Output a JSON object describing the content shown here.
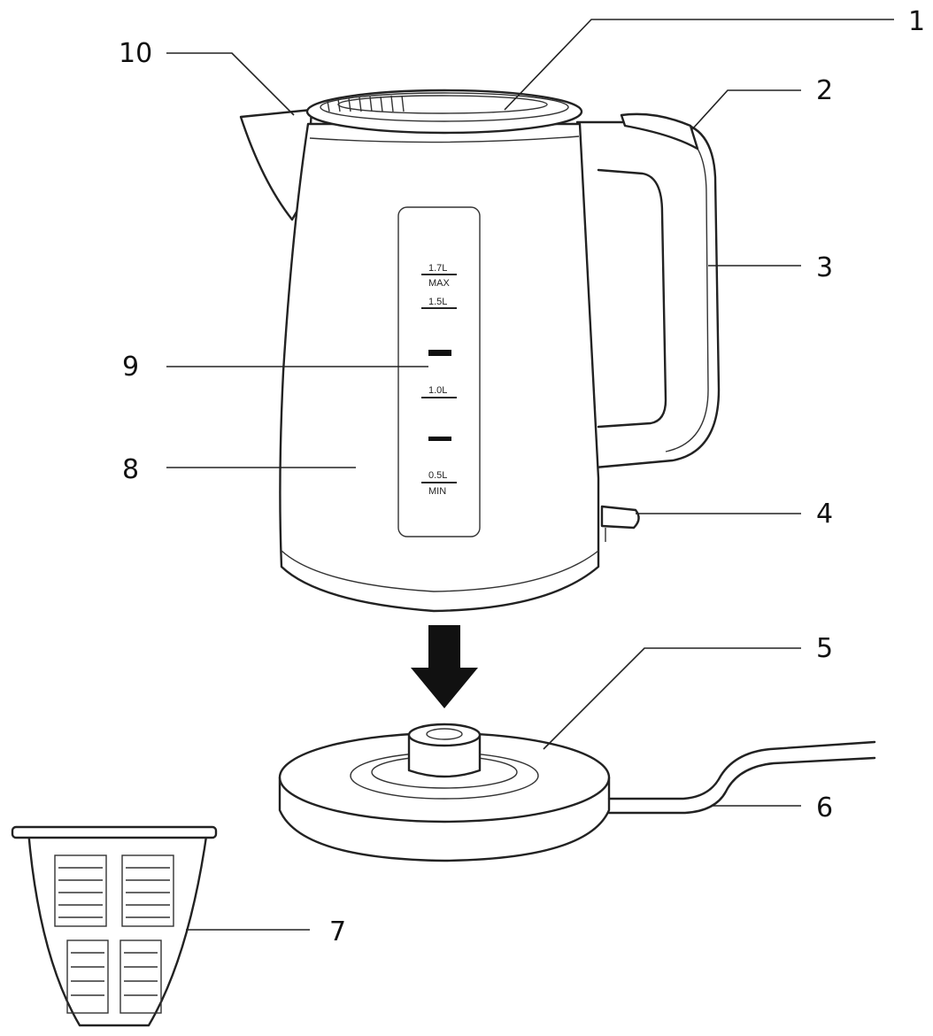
{
  "callouts": {
    "c1": "1",
    "c2": "2",
    "c3": "3",
    "c4": "4",
    "c5": "5",
    "c6": "6",
    "c7": "7",
    "c8": "8",
    "c9": "9",
    "c10": "10"
  },
  "water_scale": {
    "max_volume": "1.7L",
    "max_word": "MAX",
    "mark_1_5": "1.5L",
    "mark_1_0": "1.0L",
    "min_volume": "0.5L",
    "min_word": "MIN"
  },
  "colors": {
    "line": "#222222",
    "background": "#ffffff"
  },
  "icons": {
    "arrow": "down-arrow-icon"
  }
}
